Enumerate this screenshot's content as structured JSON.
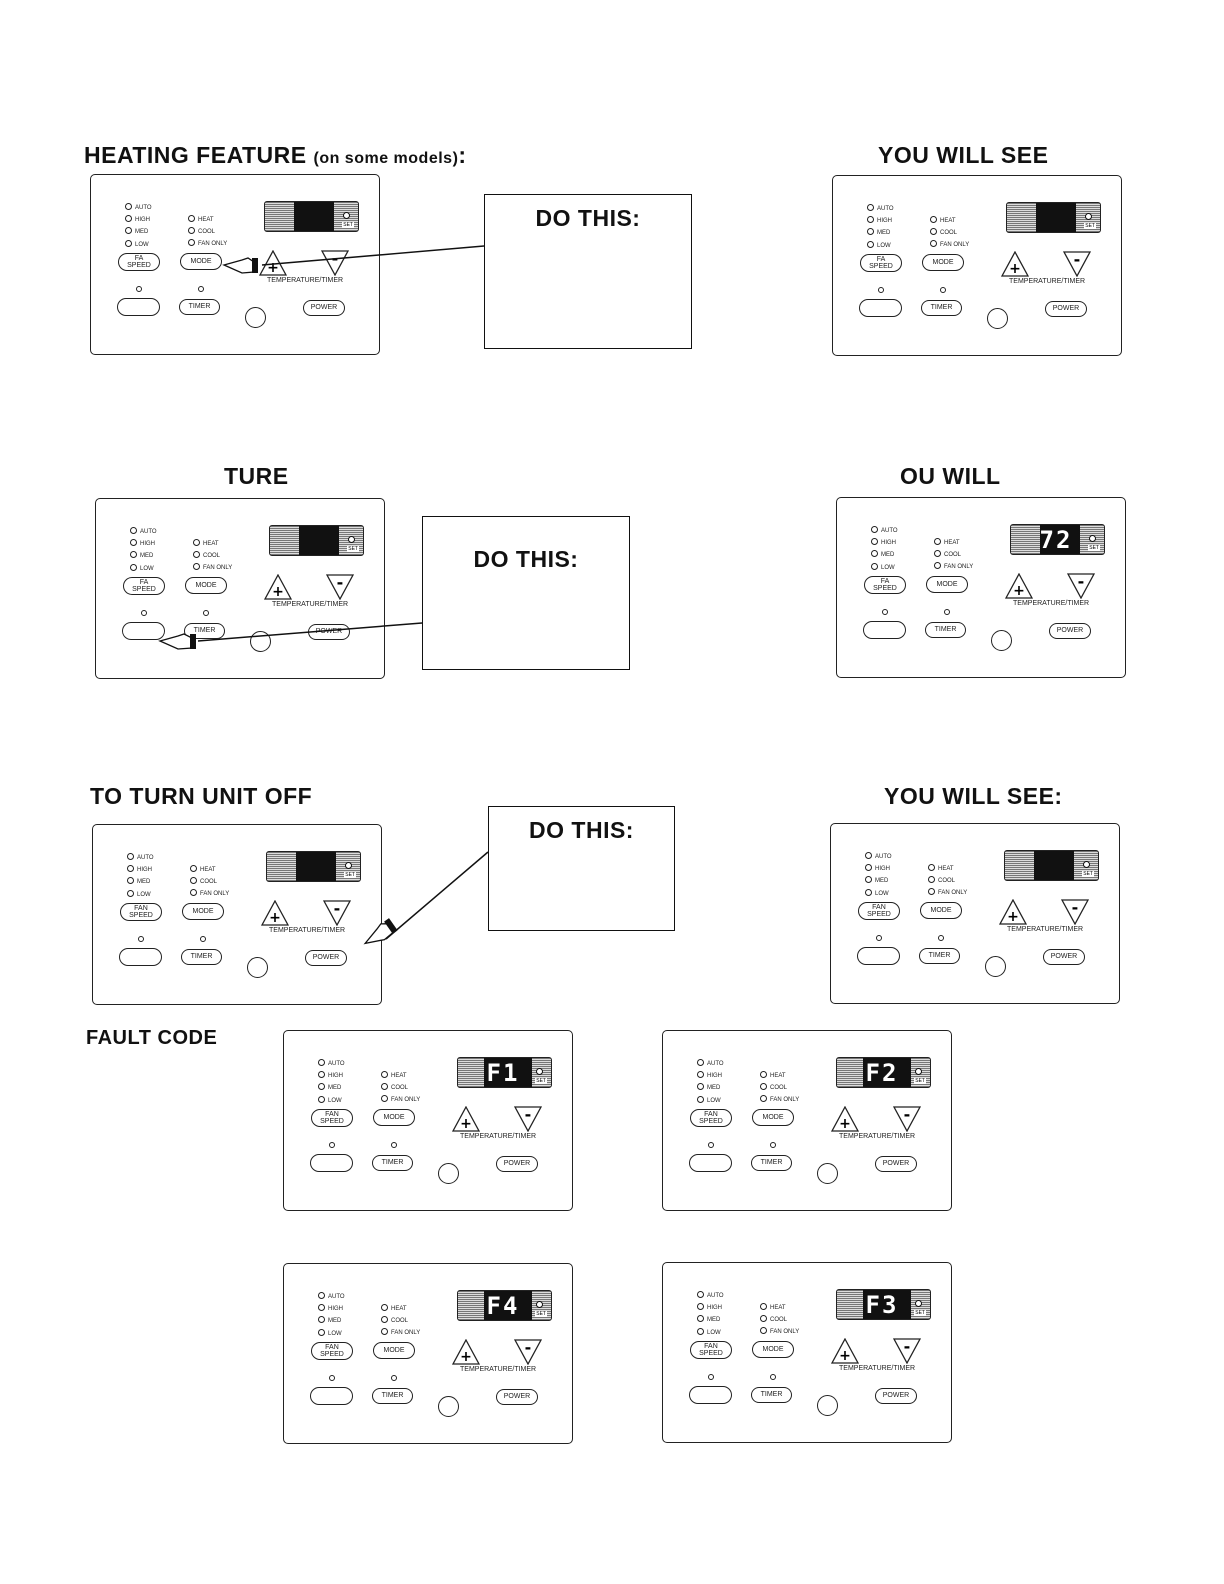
{
  "headings": {
    "heating_main": "HEATING FEATURE",
    "heating_note": "(on some models)",
    "heating_colon": ":",
    "you_will_see_1": "YOU WILL SEE",
    "ture": "TURE",
    "ou_will": "OU WILL",
    "turn_off": "TO TURN UNIT OFF",
    "you_will_see_3": "YOU WILL SEE:",
    "fault_code": "FAULT CODE"
  },
  "do_this": "DO THIS:",
  "panel_labels": {
    "auto": "AUTO",
    "high": "HIGH",
    "med": "MED",
    "low": "LOW",
    "heat": "HEAT",
    "cool": "COOL",
    "fan_only": "FAN ONLY",
    "fan_speed_short": "FA\nSPEED",
    "fan_speed": "FAN\nSPEED",
    "mode": "MODE",
    "timer": "TIMER",
    "power": "POWER",
    "temp_timer": "TEMPERATURE/TIMER",
    "set": "SET",
    "plus": "+",
    "minus": "-"
  },
  "displays": {
    "p1": "",
    "p2": "",
    "p3": "",
    "p4": "72",
    "p5": "",
    "p6": "",
    "f1": "F1",
    "f2": "F2",
    "f4": "F4",
    "f3": "F3"
  }
}
